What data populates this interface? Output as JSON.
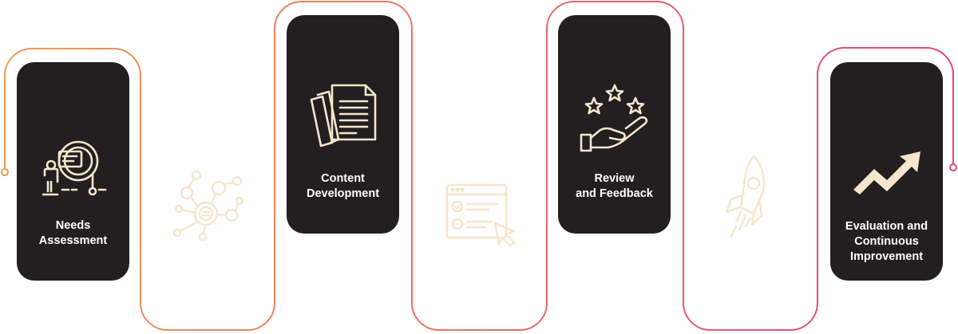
{
  "steps": [
    {
      "label": "Needs\nAssessment",
      "icon": "needs-assessment-icon"
    },
    {
      "label": "Content\nDevelopment",
      "icon": "documents-icon"
    },
    {
      "label": "Review\nand Feedback",
      "icon": "stars-hand-icon"
    },
    {
      "label": "Evaluation and\nContinuous\nImprovement",
      "icon": "trend-up-arrow-icon"
    }
  ],
  "connector_icons": [
    "network-nodes-icon",
    "browser-checklist-icon",
    "rocket-icon"
  ],
  "colors": {
    "card": "#231f20",
    "icon_light": "#f5e6cc",
    "gradient_start": "#ee9a52",
    "gradient_end": "#e0457b"
  }
}
